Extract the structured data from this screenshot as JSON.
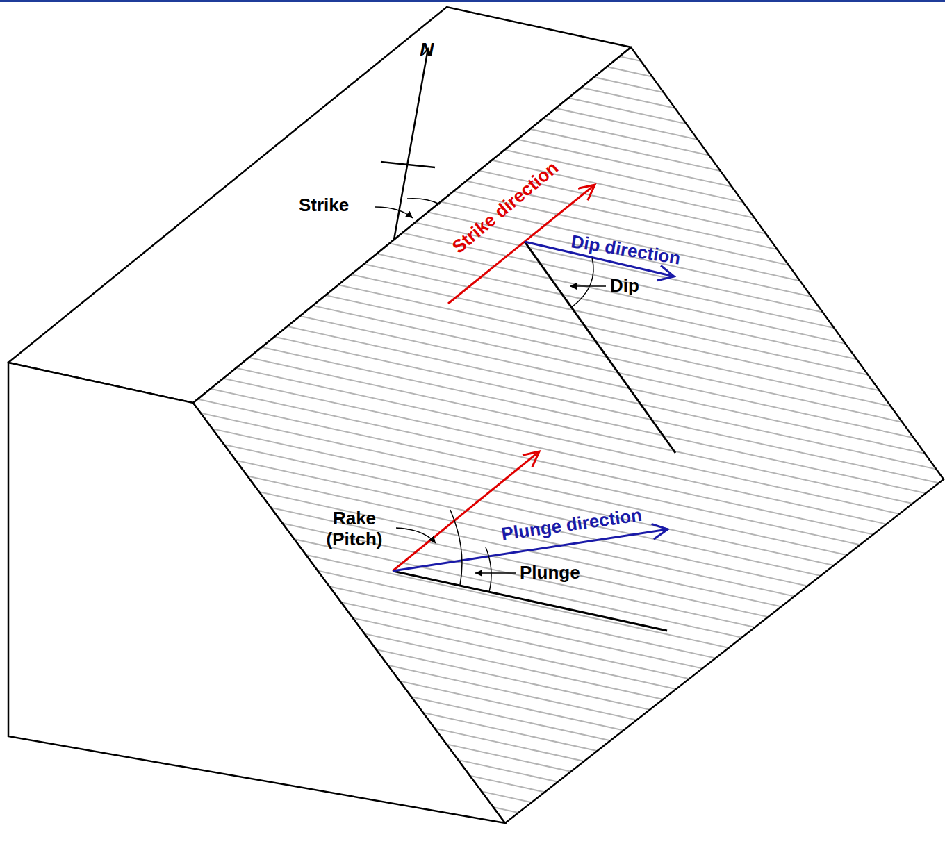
{
  "diagram": {
    "labels": [
      "N",
      "Strike",
      "Strike direction",
      "Dip direction",
      "Dip",
      "Rake (Pitch)",
      "Plunge direction",
      "Plunge"
    ]
  }
}
